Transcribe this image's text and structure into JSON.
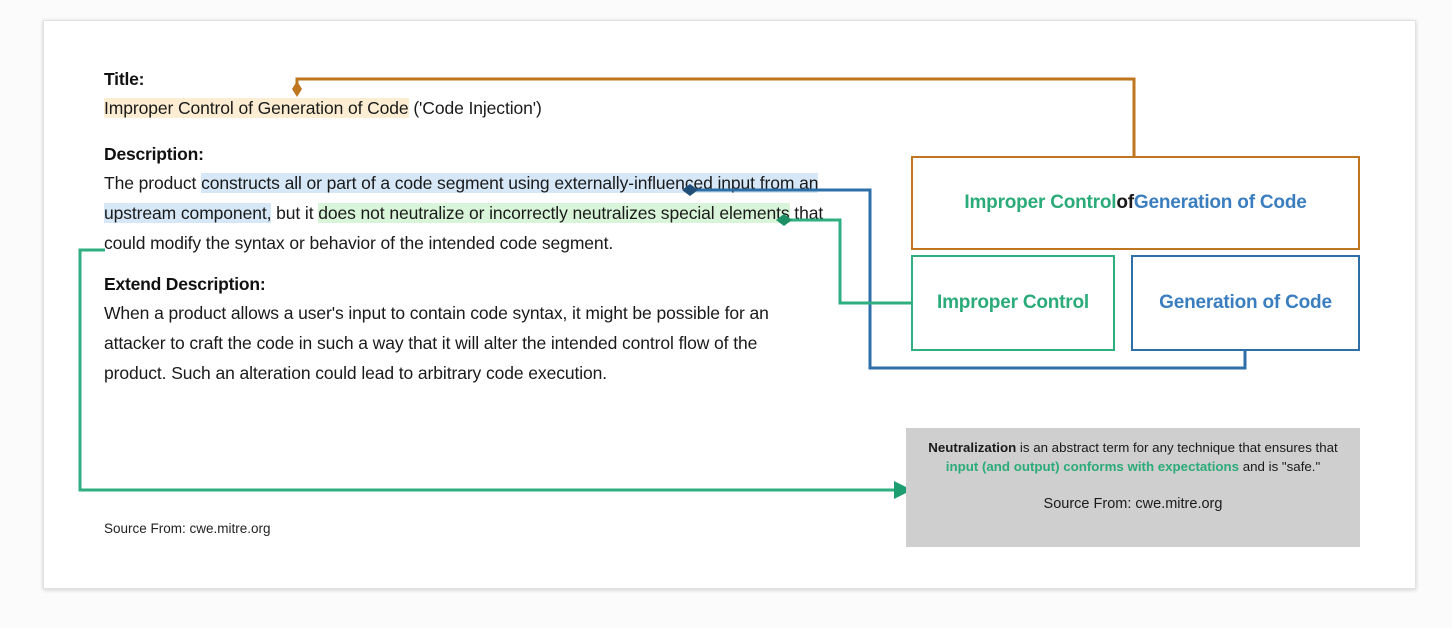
{
  "colors": {
    "orange": "#c0761f",
    "green": "#2bab7a",
    "blue": "#3a7ebf",
    "note_bg": "#cfcfcf",
    "highlight_orange": "#fdeed3",
    "highlight_blue": "#d6e8f7",
    "highlight_green": "#d9f5d9"
  },
  "left_panel": {
    "title_heading": "Title:",
    "title_highlight": "Improper Control of Generation of Code",
    "title_rest": " ('Code Injection')",
    "description_heading": "Description:",
    "description": {
      "seg1_plain": "The product ",
      "seg2_blue": "constructs all or part of a code segment using externally-influenced input from an upstream component,",
      "seg3_plain": " but it ",
      "seg4_green": "does not neutralize or incorrectly neutralizes special elements",
      "seg5_plain": " that could modify the syntax or behavior of the intended code segment."
    },
    "extend_heading": "Extend Description:",
    "extend_text": "When a product allows a user's input to contain code syntax, it might be possible for an attacker to craft the code in such a way that it will alter the intended control flow of the product. Such an alteration could lead to arbitrary code execution.",
    "source": "Source From: cwe.mitre.org"
  },
  "nodes": {
    "combined": {
      "part_green": "Improper Control",
      "part_black": " of ",
      "part_blue": "Generation of Code"
    },
    "improper_control": "Improper Control",
    "generation_of_code": "Generation of Code"
  },
  "note": {
    "bold_term": "Neutralization",
    "text_a": " is an abstract term for any technique that ensures that ",
    "green_phrase": "input (and output) conforms with expectations",
    "text_b": " and is \"safe.\"",
    "source": "Source From: cwe.mitre.org"
  }
}
